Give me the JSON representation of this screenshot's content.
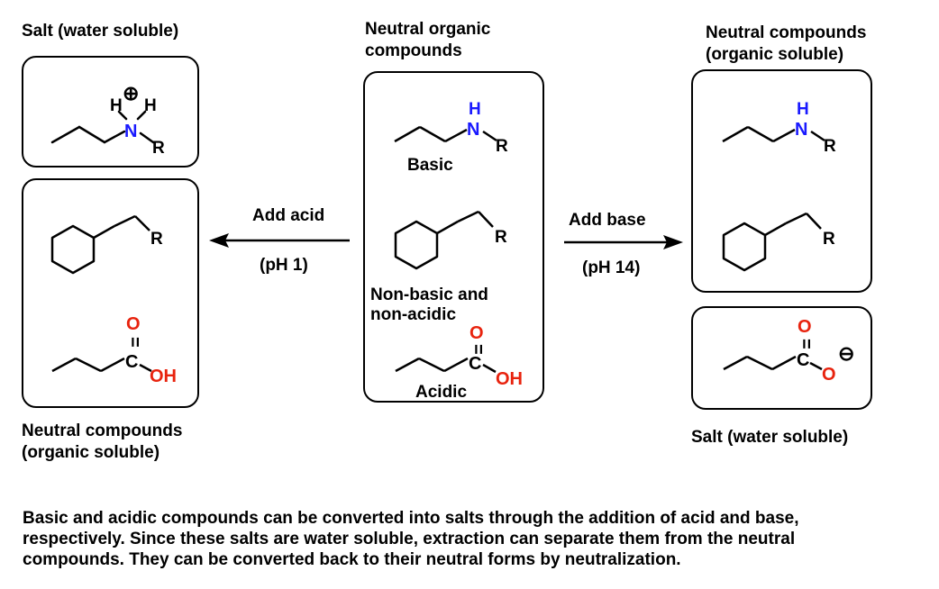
{
  "headings": {
    "left_top": "Salt (water soluble)",
    "center_top_line1": "Neutral organic",
    "center_top_line2": "compounds",
    "right_top_line1": "Neutral compounds",
    "right_top_line2": "(organic soluble)",
    "left_bottom_line1": "Neutral compounds",
    "left_bottom_line2": "(organic soluble)",
    "right_bottom": "Salt (water soluble)"
  },
  "center_box": {
    "basic_label": "Basic",
    "nonbasic_line1": "Non-basic and",
    "nonbasic_line2": "non-acidic",
    "acidic_label": "Acidic"
  },
  "arrows": {
    "left_label": "Add acid",
    "left_condition": "(pH 1)",
    "right_label": "Add base",
    "right_condition": "(pH 14)"
  },
  "atoms": {
    "hydrogen": "H",
    "nitrogen": "N",
    "r_group": "R",
    "oxygen": "O",
    "carbon": "C",
    "hydroxyl": "OH",
    "double_bond": "=",
    "plus_charge": "⊕",
    "minus_charge": "⊖"
  },
  "colors": {
    "nitrogen": "#1a1aff",
    "oxygen": "#e8230e",
    "bond": "#000000"
  },
  "caption_lines": [
    "Basic and acidic compounds can be converted into salts through the addition of acid and base,",
    "respectively. Since these salts are water soluble, extraction can separate them from the neutral",
    "compounds. They can be converted back to their neutral forms by neutralization."
  ]
}
